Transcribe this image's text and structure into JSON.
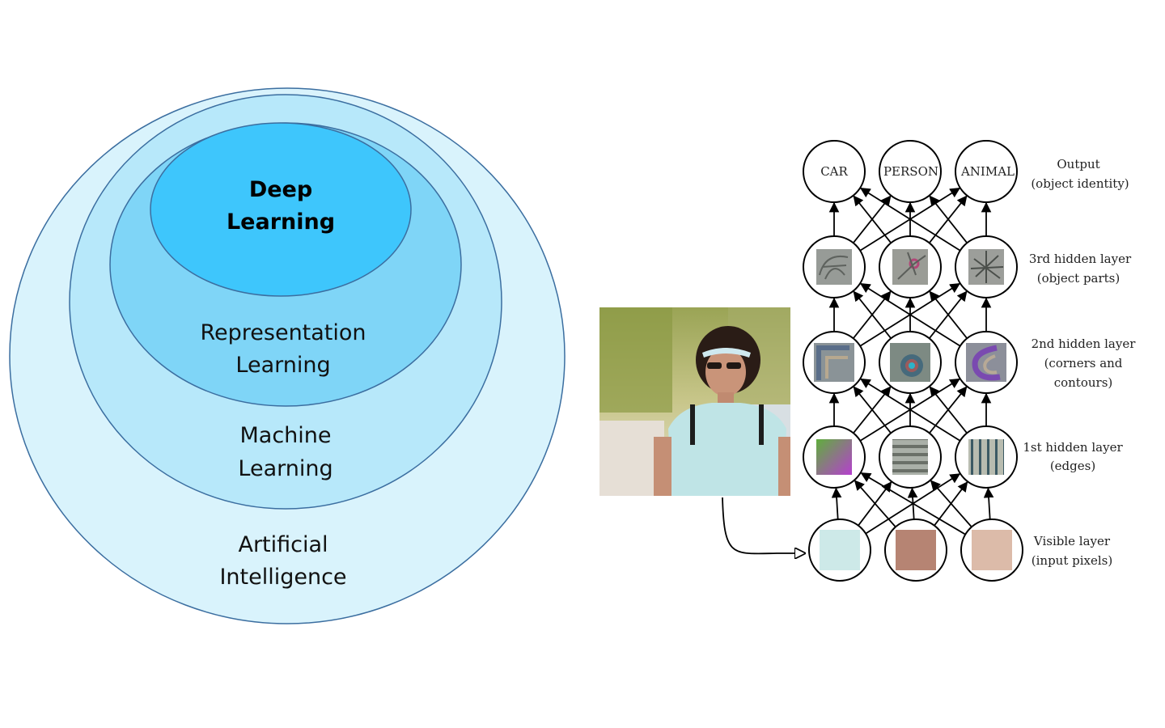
{
  "venn": {
    "outer": {
      "line1": "Artificial",
      "line2": "Intelligence",
      "color": "#d9f3fc"
    },
    "ml": {
      "line1": "Machine",
      "line2": "Learning",
      "color": "#b7e8fa"
    },
    "rl": {
      "line1": "Representation",
      "line2": "Learning",
      "color": "#7fd5f7"
    },
    "dl": {
      "line1": "Deep",
      "line2": "Learning",
      "color": "#3ec6fc"
    },
    "stroke_color": "#3b6ea0"
  },
  "network": {
    "output_nodes": [
      "CAR",
      "PERSON",
      "ANIMAL"
    ],
    "layers": {
      "output": {
        "line1": "Output",
        "line2": "(object identity)"
      },
      "hidden3": {
        "line1": "3rd hidden layer",
        "line2": "(object parts)"
      },
      "hidden2": {
        "line1": "2nd hidden layer",
        "line2": "(corners and",
        "line3": "contours)"
      },
      "hidden1": {
        "line1": "1st hidden layer",
        "line2": "(edges)"
      },
      "visible": {
        "line1": "Visible layer",
        "line2": "(input pixels)"
      }
    },
    "pixel_colors": [
      "#cde9e8",
      "#b68473",
      "#dcbba9"
    ]
  }
}
